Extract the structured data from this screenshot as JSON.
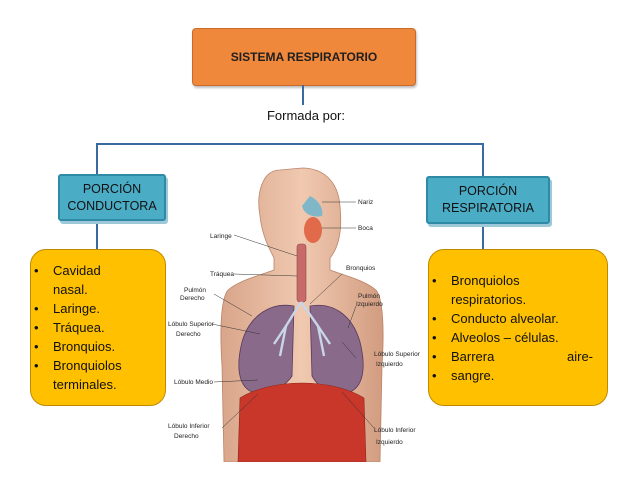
{
  "title": "SISTEMA RESPIRATORIO",
  "subtitle": "Formada por:",
  "left_portion": {
    "line1": "PORCIÓN",
    "line2": "CONDUCTORA"
  },
  "right_portion": {
    "line1": "PORCIÓN",
    "line2": "RESPIRATORIA"
  },
  "left_items": [
    {
      "line1": "Cavidad",
      "line2": "nasal."
    },
    {
      "line1": "Laringe."
    },
    {
      "line1": "Tráquea."
    },
    {
      "line1": "Bronquios."
    },
    {
      "line1": "Bronquiolos",
      "line2": "terminales."
    }
  ],
  "right_items": [
    {
      "line1": "Bronquiolos",
      "line2": "respiratorios."
    },
    {
      "line1": "Conducto alveolar."
    },
    {
      "line1": "Alveolos – células."
    },
    {
      "line1": "Barrera aire-",
      "line2": "sangre."
    }
  ],
  "illustration_labels": {
    "nariz": "Nariz",
    "boca": "Boca",
    "laringe": "Laringe",
    "traquea": "Tráquea",
    "bronquios": "Bronquios",
    "pulmon_derecho_1": "Pulmón",
    "pulmon_derecho_2": "Derecho",
    "pulmon_izquierdo_1": "Pulmón",
    "pulmon_izquierdo_2": "Izquierdo",
    "lobulo_superior_derecho_1": "Lóbulo Superior",
    "lobulo_superior_derecho_2": "Derecho",
    "lobulo_superior_izquierdo_1": "Lóbulo Superior",
    "lobulo_superior_izquierdo_2": "Izquierdo",
    "lobulo_medio": "Lóbulo Medio",
    "lobulo_inferior_derecho_1": "Lóbulo Inferior",
    "lobulo_inferior_derecho_2": "Derecho",
    "lobulo_inferior_izquierdo_1": "Lóbulo Inferior",
    "lobulo_inferior_izquierdo_2": "Izquierdo"
  },
  "colors": {
    "title_fill": "#f0883c",
    "portion_fill": "#4bacc6",
    "list_fill": "#ffc000",
    "connector": "#3b6aa0"
  }
}
